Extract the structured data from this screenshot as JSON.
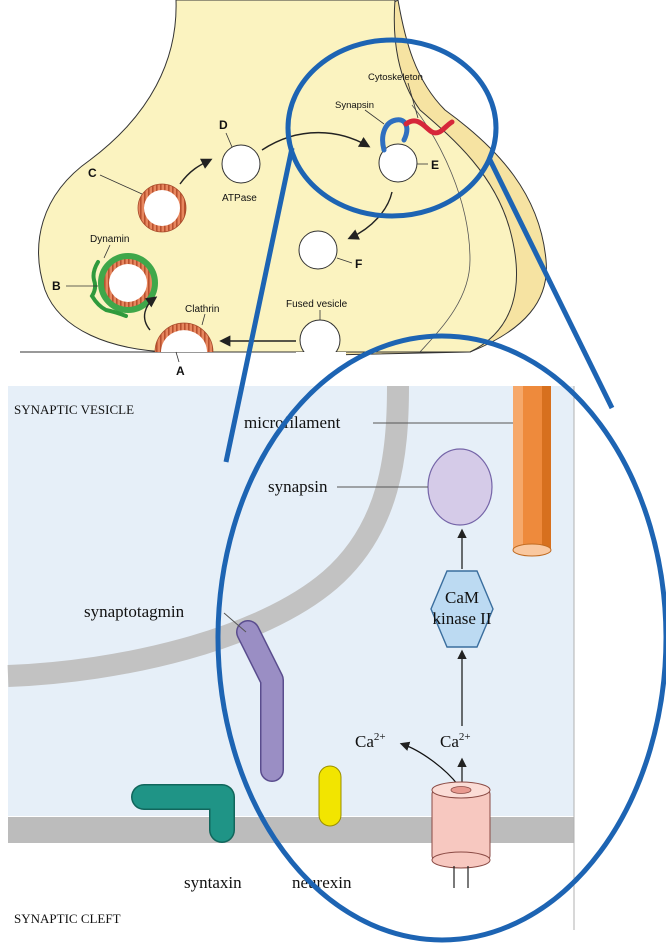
{
  "top_panel": {
    "labels": {
      "cytoskeleton": "Cytoskeleton",
      "synapsin": "Synapsin",
      "A": "A",
      "B": "B",
      "C": "C",
      "D": "D",
      "E": "E",
      "F": "F",
      "atpase": "ATPase",
      "dynamin": "Dynamin",
      "clathrin": "Clathrin",
      "fused_vesicle": "Fused vesicle"
    }
  },
  "bottom_panel": {
    "labels": {
      "synaptic_vesicle": "SYNAPTIC VESICLE",
      "synaptic_cleft": "SYNAPTIC CLEFT",
      "microfilament": "microfilament",
      "synapsin": "synapsin",
      "synaptotagmin": "synaptotagmin",
      "camk_line1": "CaM",
      "camk_line2": "kinase II",
      "ca_base": "Ca",
      "ca_sup": "2+",
      "syntaxin": "syntaxin",
      "neurexin": "neurexin"
    }
  },
  "colors": {
    "terminal_fill": "#fbf3c0",
    "terminal_shade": "#f6e3a2",
    "zoom_circle": "#1d64b3",
    "clathrin": "#e07a55",
    "dynamin": "#3fa74a",
    "synapsin_blue": "#2f6fc0",
    "cytoskeleton_red": "#d6263a",
    "cytoplasm_bg": "#e6eff8",
    "membrane_gray": "#b8b8b8",
    "microfilament": "#ee8a3c",
    "synapsin_protein": "#d5cbe8",
    "camk": "#bcdaf2",
    "synaptotagmin": "#9a8ec4",
    "syntaxin": "#1f9486",
    "neurexin": "#f2e500",
    "channel": "#f7c8c0"
  }
}
